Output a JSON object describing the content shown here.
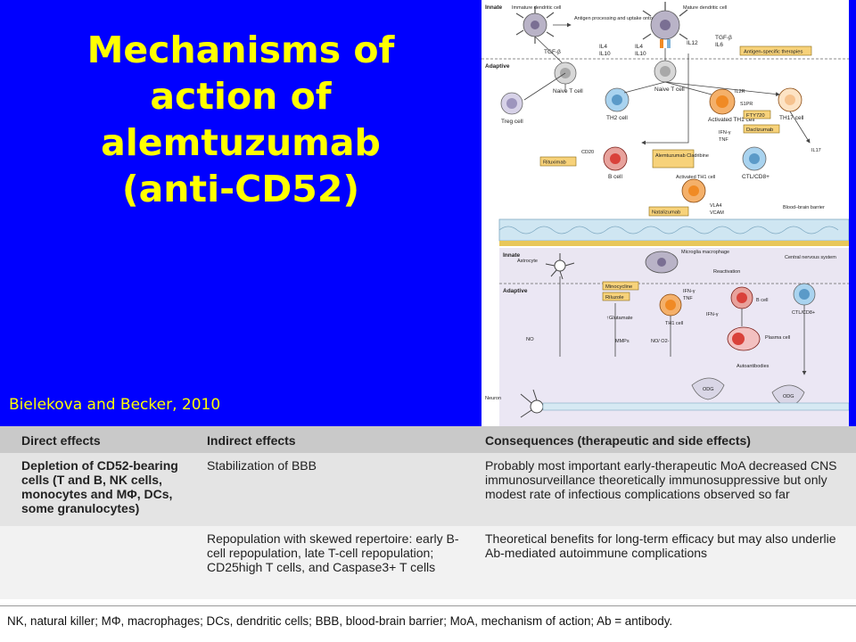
{
  "slide": {
    "title_lines": [
      "Mechanisms of",
      "action of",
      "alemtuzumab",
      "(anti-CD52)"
    ],
    "citation": "Bielekova and Becker, 2010"
  },
  "figure": {
    "innate_label": "Innate",
    "adaptive_label": "Adaptive",
    "immature_dc": "Immature dendritic cell",
    "antigen_processing": "Antigen processing and uptake onto MHC II",
    "mature_dc": "Mature dendritic cell",
    "tgfb": "TGF-β",
    "il4": "IL4",
    "il10": "IL10",
    "il12": "IL12",
    "il6": "IL6",
    "antigen_specific_therapies": "Antigen-specific therapies",
    "naive_t_cell": "Naive T cell",
    "treg_cell": "Treg cell",
    "th2_cell": "TH2 cell",
    "activated_th1": "Activated TH1 cell",
    "th17_cell": "TH17 cell",
    "il2r": "IL2R",
    "s1pr": "S1PR",
    "fty720": "FTY720",
    "daclizumab": "Daclizumab",
    "ifng": "IFN-γ",
    "tnf": "TNF",
    "il17": "IL17",
    "rituximab": "Rituximab",
    "cd20": "CD20",
    "alemtuzumab_cladribine": "Alemtuzumab Cladribine",
    "b_cell": "B cell",
    "ctl_cd8": "CTL/CD8+",
    "activated_th1_cell": "Activated TH1 cell",
    "natalizumab": "Natalizumab",
    "vla4": "VLA4",
    "vcam": "VCAM",
    "bbb": "Blood–brain barrier",
    "astrocyte": "Astrocyte",
    "microglia": "Microglia macrophage",
    "reactivation": "Reactivation",
    "cns": "Central nervous system",
    "minocycline": "Minocycline",
    "riluzole": "Riluzole",
    "glutamate": "↑Glutamate",
    "no": "NO",
    "mmps": "MMPs",
    "no_o2": "NO/ O2-",
    "plasma_cell": "Plasma cell",
    "autoantibodies": "Autoantibodies",
    "odg": "ODG",
    "neuron": "Neuron"
  },
  "table": {
    "headers": [
      "Direct effects",
      "Indirect effects",
      "Consequences (therapeutic and side effects)"
    ],
    "rows": [
      {
        "direct": "Depletion of CD52-bearing cells (T and B, NK cells, monocytes and MΦ, DCs, some granulocytes)",
        "indirect": "Stabilization of BBB",
        "consequence": "Probably most important early-therapeutic MoA decreased CNS immunosurveillance theoretically immunosuppressive but only modest rate of infectious complications observed so far"
      },
      {
        "direct": "",
        "indirect": "Repopulation with skewed repertoire: early B-cell repopulation, late T-cell repopulation; CD25high T cells, and Caspase3+ T cells",
        "consequence": "Theoretical benefits for long-term efficacy but may also underlie Ab-mediated autoimmune complications"
      }
    ],
    "footnote": "NK, natural killer; MΦ, macrophages; DCs, dendritic cells; BBB, blood-brain barrier; MoA, mechanism of action; Ab = antibody."
  },
  "colors": {
    "slide_bg": "#0000ff",
    "title": "#ffff00",
    "therapy_box": "#f7d27a",
    "activated_cell": "#f08a24",
    "b_cell": "#d9413a",
    "table_header": "#c9c9c9"
  }
}
